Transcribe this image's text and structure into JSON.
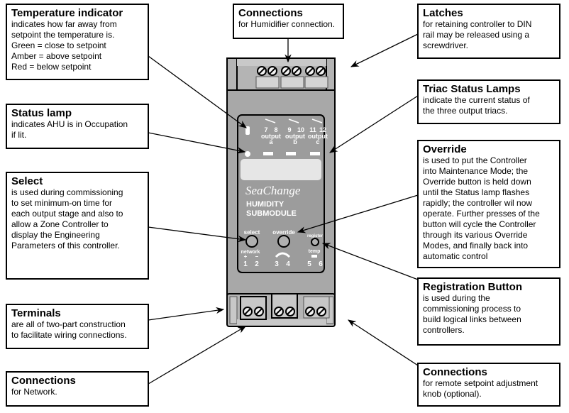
{
  "diagram": {
    "subject": "SeaChange Humidity Submodule controller",
    "device": {
      "brand": "SeaChange",
      "model_line1": "HUMIDITY",
      "model_line2": "SUBMODULE",
      "outputs": [
        {
          "terminals": [
            "7",
            "8"
          ],
          "label": "output",
          "letter": "a"
        },
        {
          "terminals": [
            "9",
            "10"
          ],
          "label": "output",
          "letter": "b"
        },
        {
          "terminals": [
            "11",
            "12"
          ],
          "label": "output",
          "letter": "c"
        }
      ],
      "buttons": {
        "select": "select",
        "override": "override",
        "register": "register"
      },
      "bottom_terminals": {
        "network_label": "network",
        "network_plus": "+",
        "network_minus": "–",
        "t1": "1",
        "t2": "2",
        "t3": "3",
        "t4": "4",
        "temp_label": "temp",
        "t5": "5",
        "t6": "6"
      }
    },
    "callouts": {
      "temperature_indicator": {
        "title": "Temperature indicator",
        "lines": [
          "indicates how far away from",
          "setpoint the temperature is.",
          "Green = close to setpoint",
          "Amber = above setpoint",
          "Red = below setpoint"
        ]
      },
      "connections_humidifier": {
        "title": "Connections",
        "lines": [
          "for Humidifier connection."
        ]
      },
      "latches": {
        "title": "Latches",
        "lines": [
          "for retaining controller to DIN",
          "rail may be released using a",
          "screwdriver."
        ]
      },
      "status_lamp": {
        "title": "Status lamp",
        "lines": [
          "indicates AHU is in Occupation",
          "if lit."
        ]
      },
      "triac_status_lamps": {
        "title": "Triac Status Lamps",
        "lines": [
          "indicate the current status of",
          "the three output triacs."
        ]
      },
      "select": {
        "title": "Select",
        "lines": [
          "is used during commissioning",
          "to set minimum-on time for",
          "each output stage and also to",
          "allow a Zone Controller to",
          "display the Engineering",
          "Parameters of this controller."
        ]
      },
      "override": {
        "title": "Override",
        "lines": [
          "is used to put the Controller",
          "into Maintenance Mode; the",
          "Override button is held down",
          "until the Status lamp flashes",
          "rapidly; the controller wil now",
          "operate. Further presses of the",
          "button will cycle the Controller",
          "through its various Override",
          "Modes, and finally back into",
          "automatic control"
        ]
      },
      "registration_button": {
        "title": "Registration Button",
        "lines": [
          "is used during the",
          "commissioning process to",
          "build logical links between",
          "controllers."
        ]
      },
      "terminals": {
        "title": "Terminals",
        "lines": [
          "are all of two-part construction",
          "to facilitate wiring connections."
        ]
      },
      "connections_network": {
        "title": "Connections",
        "lines": [
          "for Network."
        ]
      },
      "connections_setpoint": {
        "title": "Connections",
        "lines": [
          "for remote setpoint adjustment",
          "knob (optional)."
        ]
      }
    }
  }
}
